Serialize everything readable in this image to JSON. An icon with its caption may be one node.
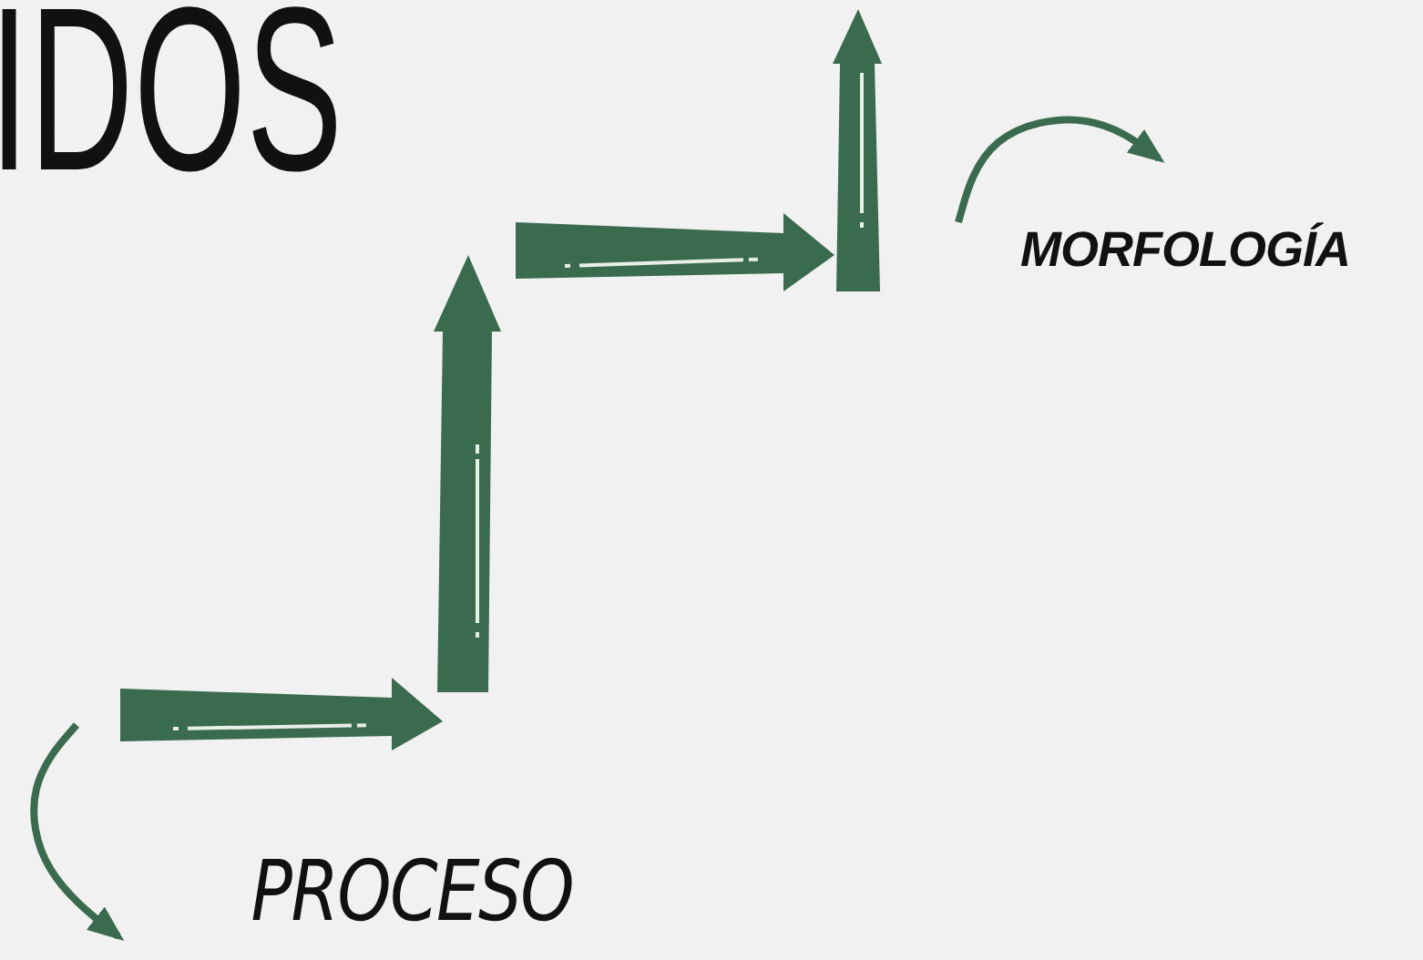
{
  "diagram": {
    "title": "IDOS",
    "nodes": [
      {
        "text": [
          "PROCESO"
        ]
      },
      {
        "text": [
          "MORFOLOGÍA"
        ]
      }
    ],
    "edges": [
      {
        "from": null,
        "to": 0,
        "arrow": "to"
      },
      {
        "from": null,
        "to": 1,
        "arrow": "to"
      }
    ]
  }
}
